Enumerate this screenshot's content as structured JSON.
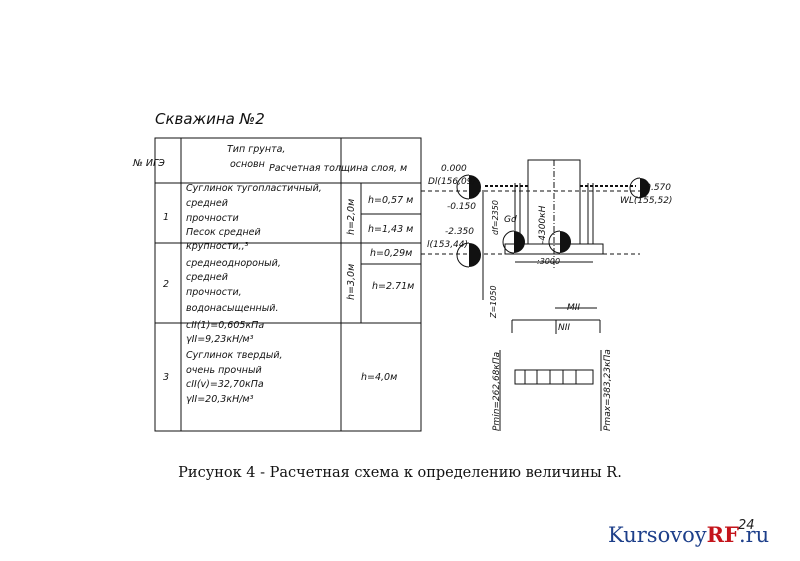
{
  "title": "Скважина №2",
  "table": {
    "headers": {
      "num": "№ ИГЭ",
      "type_line1": "Тип грунта,",
      "type_line2": "основн",
      "thickness": "Расчетная толщина слоя, м"
    },
    "rows": [
      {
        "num": "1",
        "desc": [
          "Суглинок тугопластичный,",
          "средней",
          "прочности",
          "Песок средней",
          "крупности,,³"
        ],
        "total": "h=2,0м",
        "subs": [
          "h=0,57 м",
          "h=1,43 м"
        ]
      },
      {
        "num": "2",
        "desc": [
          "среднеоднороный,",
          "средней",
          "прочности,",
          "водонасыщенный."
        ],
        "total": "h=3,0м",
        "subs": [
          "h=0,29м",
          "h=2.71м"
        ]
      },
      {
        "num": "3",
        "desc": [
          "cII(1)=0,605кПа",
          "γII=9,23кН/м³",
          "Суглинок твердый,",
          "очень прочный",
          "cII(v)=32,70кПа",
          "γII=20,3кН/м³"
        ],
        "total": "h=4,0м",
        "subs": []
      }
    ]
  },
  "scheme": {
    "mark_top": "0.000",
    "dl": "Dl(156,09)",
    "mark_150": "-0.150",
    "mark_2350": "-2.350",
    "mark_2350_sub": "l(153,44)",
    "df": "df=2350",
    "sigma": "Gd",
    "load": "-4300кН",
    "width": ":3000",
    "depth": "Z=1050",
    "m2": "MII",
    "n2": "NII",
    "pmin": "Pmin=262,68кПа",
    "pmax": "Pmax=383,23кПа",
    "mark_570": "-0.570",
    "wl": "WL(155,52)"
  },
  "caption": "Рисунок 4 - Расчетная схема к определению величины R.",
  "page_number": "24",
  "brand": {
    "part1": "Kursovoy",
    "part2": "RF",
    "part3": ".ru",
    "color_main": "#1d3f8a",
    "color_accent": "#c4141b"
  }
}
